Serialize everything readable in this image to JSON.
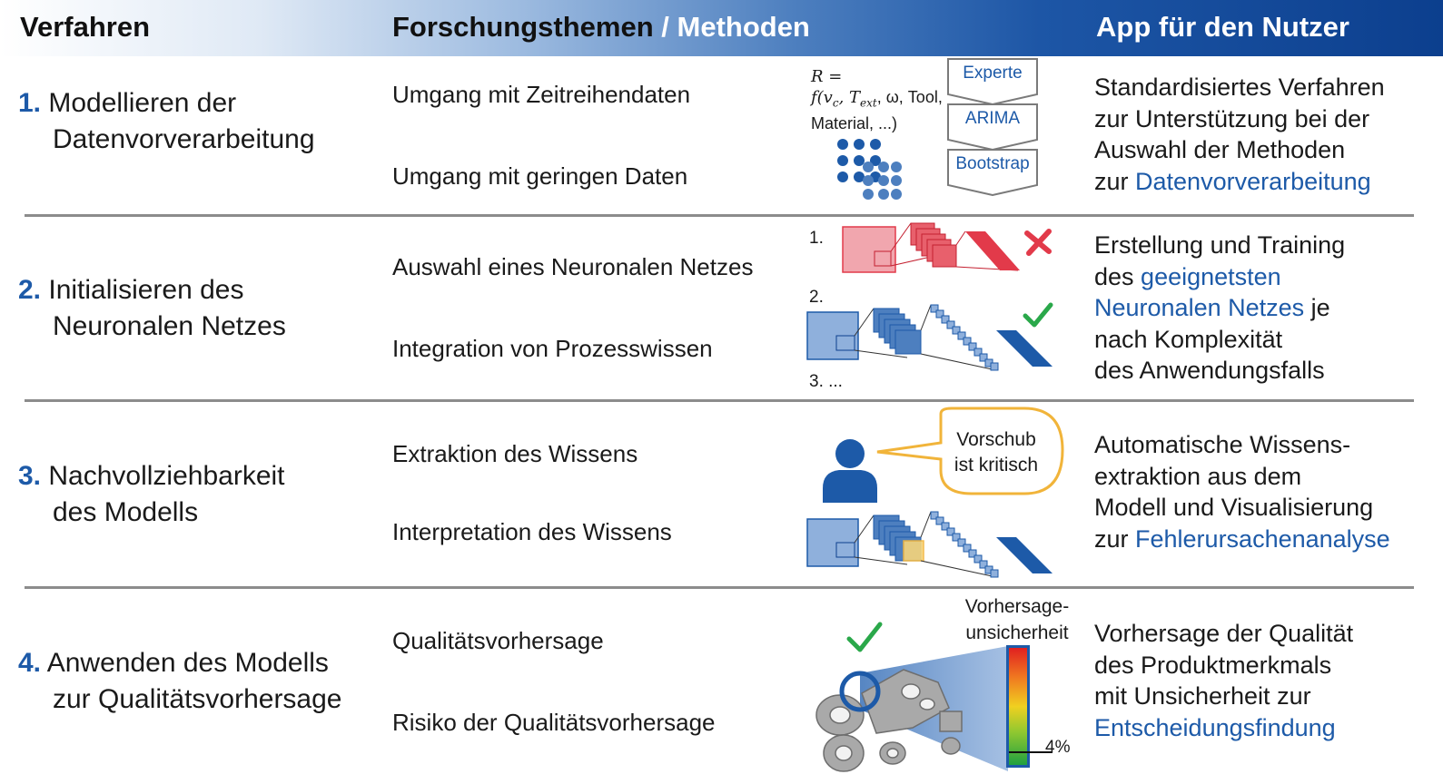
{
  "header": {
    "col1": "Verfahren",
    "col2_part1": "Forschungsthemen",
    "col2_sep": " / ",
    "col2_part2": "Methoden",
    "col3": "App für den Nutzer"
  },
  "colors": {
    "accent_blue": "#1d5aa8",
    "red": "#e23a4a",
    "green": "#2aa84a",
    "yellow": "#f1b43a",
    "grey_line": "#8c8c8c"
  },
  "rows": [
    {
      "num": "1.",
      "step_line1": "Modellieren der",
      "step_line2": "Datenvorverarbeitung",
      "topics": [
        "Umgang mit Zeitreihendaten",
        "Umgang mit geringen Daten"
      ],
      "app": [
        {
          "pre": "Standardisiertes Verfahren"
        },
        {
          "pre": "zur Unterstützung bei der"
        },
        {
          "pre": "Auswahl der Methoden"
        },
        {
          "pre": "zur ",
          "hl": "Datenvorverarbeitung"
        }
      ]
    },
    {
      "num": "2.",
      "step_line1": "Initialisieren des",
      "step_line2": "Neuronalen Netzes",
      "topics": [
        "Auswahl eines Neuronalen Netzes",
        "Integration von Prozesswissen"
      ],
      "app": [
        {
          "pre": "Erstellung und Training"
        },
        {
          "pre": "des ",
          "hl": "geeignetsten"
        },
        {
          "hl": "Neuronalen Netzes",
          "post": " je"
        },
        {
          "pre": "nach Komplexität"
        },
        {
          "pre": "des Anwendungsfalls"
        }
      ]
    },
    {
      "num": "3.",
      "step_line1": "Nachvollziehbarkeit",
      "step_line2": "des Modells",
      "topics": [
        "Extraktion des Wissens",
        "Interpretation des Wissens"
      ],
      "app": [
        {
          "pre": "Automatische Wissens-"
        },
        {
          "pre": "extraktion aus dem"
        },
        {
          "pre": "Modell und Visualisierung"
        },
        {
          "pre": "zur ",
          "hl": "Fehlerursachenanalyse"
        }
      ]
    },
    {
      "num": "4.",
      "step_line1": "Anwenden des Modells",
      "step_line2": "zur Qualitätsvorhersage",
      "topics": [
        "Qualitätsvorhersage",
        "Risiko der Qualitätsvorhersage"
      ],
      "app": [
        {
          "pre": "Vorhersage der Qualität"
        },
        {
          "pre": "des Produktmerkmals"
        },
        {
          "pre": "mit Unsicherheit zur"
        },
        {
          "hl": "Entscheidungsfindung"
        }
      ]
    }
  ],
  "illustrations": {
    "formula_line1": "R =",
    "formula_line2_math": "f(v",
    "formula_sub_c": "c",
    "formula_mid": ", T",
    "formula_sub_ext": "ext",
    "formula_line2_rest": ", ω, Tool,",
    "formula_line3": "Material, ...)",
    "methods": [
      "Experte",
      "ARIMA",
      "Bootstrap"
    ],
    "nn_labels": [
      "1.",
      "2.",
      "3.  ..."
    ],
    "speech_line1": "Vorschub",
    "speech_line2": "ist kritisch",
    "uncertainty_line1": "Vorhersage-",
    "uncertainty_line2": "unsicherheit",
    "uncertainty_value": "4%",
    "uncertainty_fraction": 0.04,
    "icons": [
      "cross-icon",
      "check-icon",
      "person-icon",
      "speech-bubble-icon",
      "check-icon"
    ]
  }
}
